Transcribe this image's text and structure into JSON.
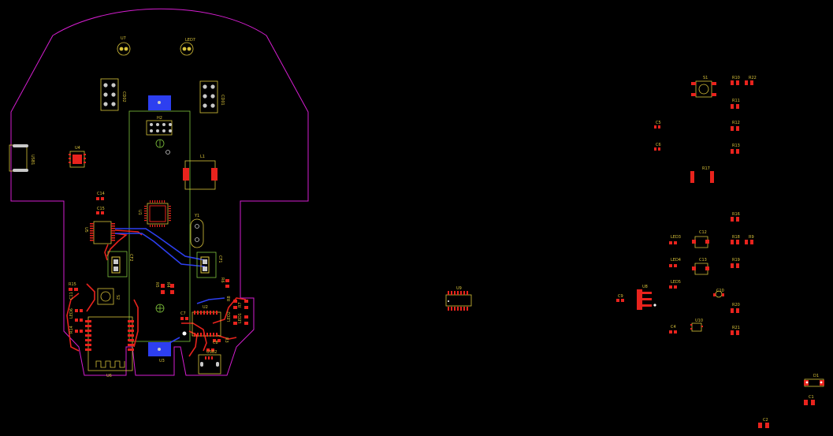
{
  "colors": {
    "background": "#000000",
    "board_edge": "#d51ed0",
    "copper_top": "#e8231d",
    "copper_bottom": "#2d3ff0",
    "silkscreen": "#d8c23a",
    "module_outline": "#7fc23b",
    "hole": "#c9c9c9"
  },
  "designators": {
    "u7": "U7",
    "led7": "LED7",
    "cd02": "CD02",
    "cd01": "CD01",
    "h2": "H2",
    "u4": "U4",
    "usb1": "USB1",
    "l1": "L1",
    "c14": "C14",
    "c15": "C15",
    "u1": "U1",
    "y1": "Y1",
    "u5": "U5",
    "cf2": "CF2",
    "cf1": "CF1",
    "r5": "R5",
    "r4": "R4",
    "r6": "R6",
    "r15": "R15",
    "s2": "S2",
    "c11": "C11",
    "led6": "LED6",
    "r14": "R14",
    "r7": "R7",
    "c7": "C7",
    "u2": "U2",
    "r8": "R8",
    "led2": "LED2",
    "led1": "LED1",
    "r3": "R3",
    "c8": "C8",
    "u3": "U3",
    "usb2": "USB2",
    "u6": "U6",
    "u9": "U9",
    "s1": "S1",
    "r10": "R10",
    "r22": "R22",
    "r11": "R11",
    "r12": "R12",
    "r13": "R13",
    "c5": "C5",
    "c6": "C6",
    "r17": "R17",
    "r16": "R16",
    "led3": "LED3",
    "c12": "C12",
    "r18": "R18",
    "r9": "R9",
    "led4": "LED4",
    "c13": "C13",
    "r19": "R19",
    "u8": "U8",
    "led5": "LED5",
    "c10": "C10",
    "c9": "C9",
    "r20": "R20",
    "c4": "C4",
    "u10": "U10",
    "r21": "R21",
    "d1": "D1",
    "c1": "C1",
    "c2": "C2"
  }
}
